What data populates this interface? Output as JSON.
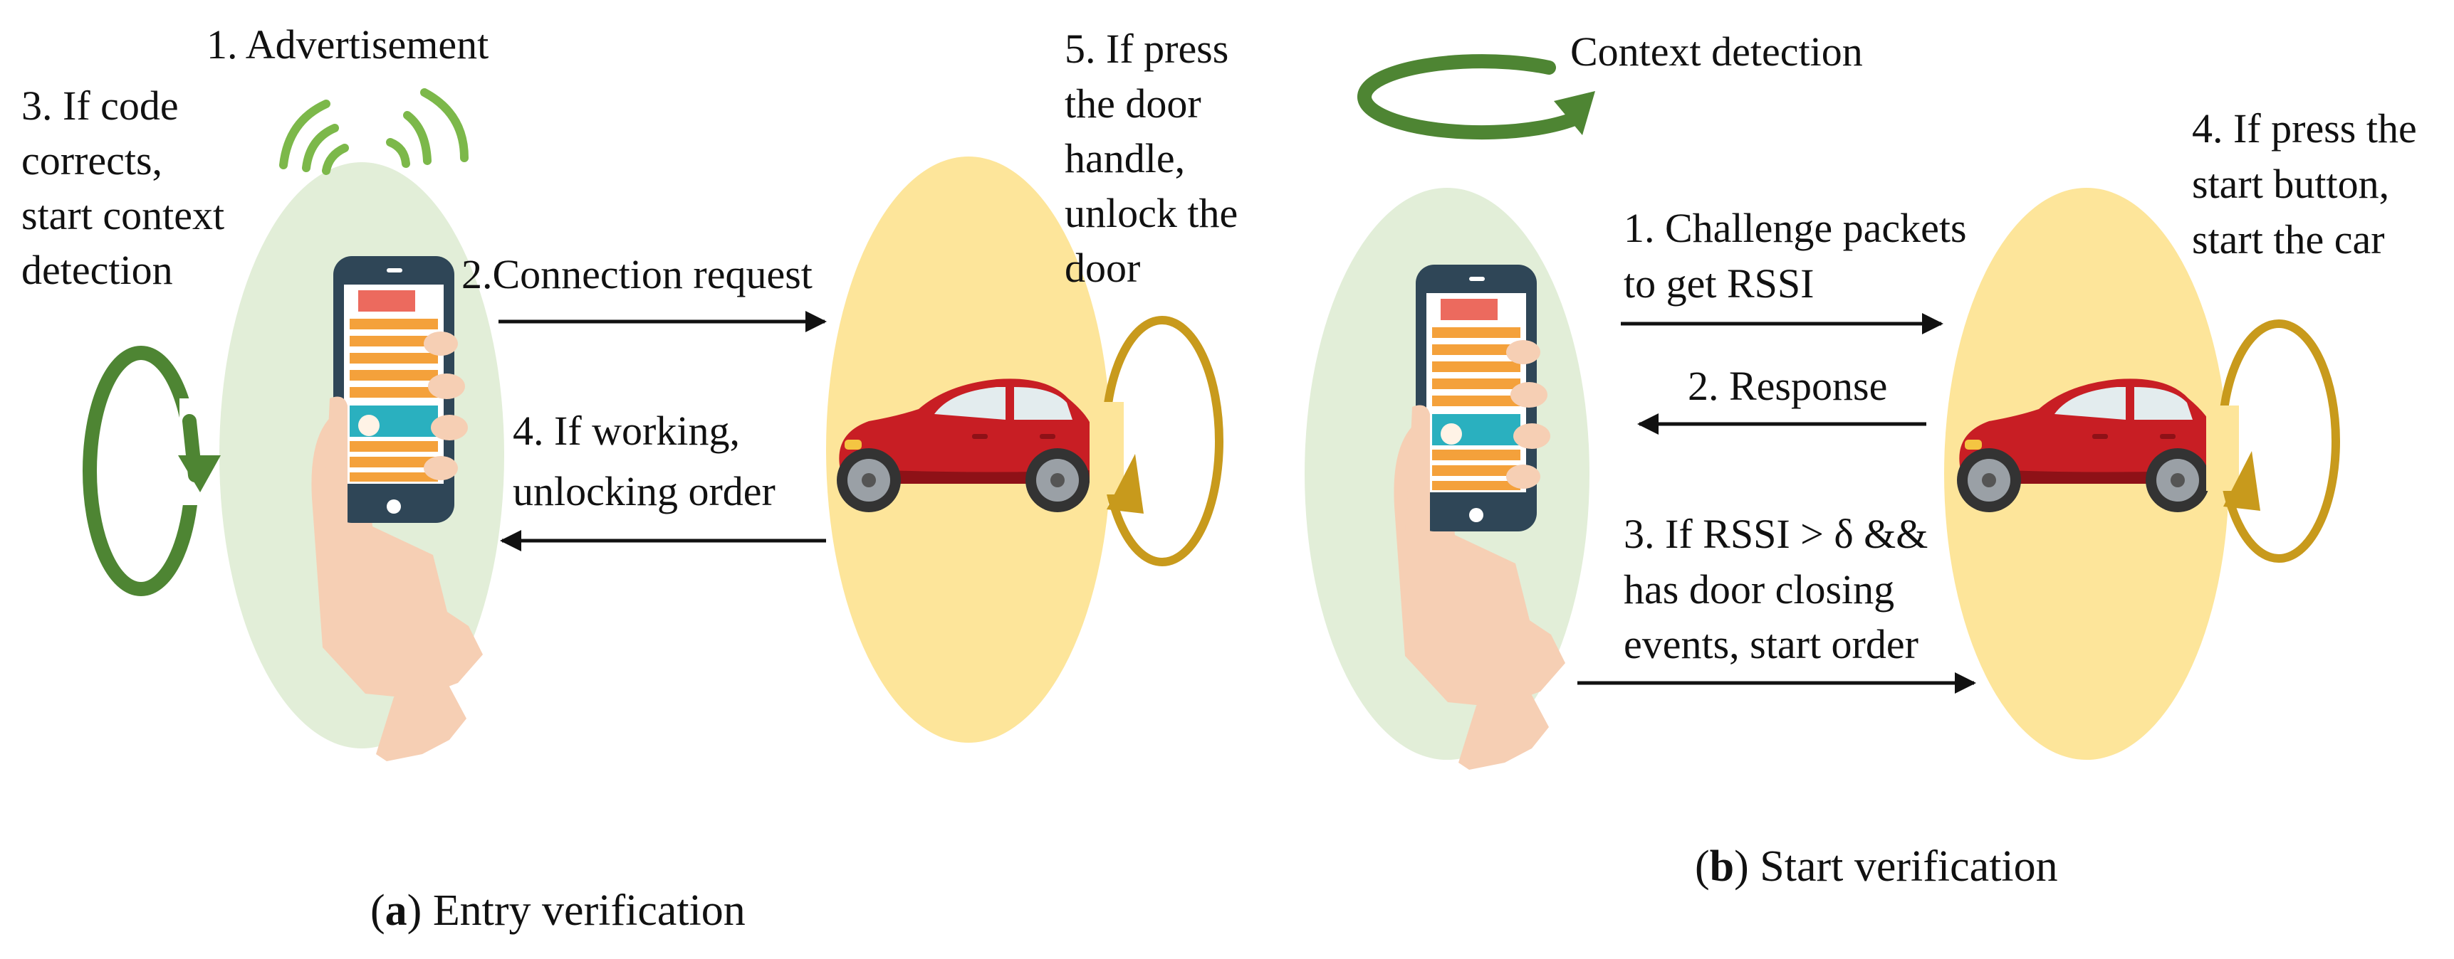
{
  "panel_a": {
    "step1": "1. Advertisement",
    "step2": "2.Connection request",
    "step3": [
      "3. If code",
      "corrects,",
      "start context",
      "detection"
    ],
    "step4": [
      "4. If working,",
      "unlocking order"
    ],
    "step5": [
      "5. If press",
      "the door",
      "handle,",
      "unlock the",
      "door"
    ],
    "caption_letter": "a",
    "caption_text": " Entry verification"
  },
  "panel_b": {
    "context": "Context detection",
    "step1": [
      "1. Challenge packets",
      "to get RSSI"
    ],
    "step2": "2. Response",
    "step3": [
      "3. If RSSI > δ &&",
      "has door closing",
      "events, start order"
    ],
    "step4": [
      "4. If press the",
      "start button,",
      "start the car"
    ],
    "caption_letter": "b",
    "caption_text": " Start verification"
  },
  "colors": {
    "phone_zone": "#e2eed8",
    "car_zone": "#fde59a",
    "green_loop": "#4e8533",
    "gold_loop": "#c89a1c",
    "signal": "#7cb84a",
    "car_body": "#c81e24",
    "phone_case": "#2f4657",
    "hand": "#f6cfb4",
    "sleeve": "#ec6a5e"
  }
}
